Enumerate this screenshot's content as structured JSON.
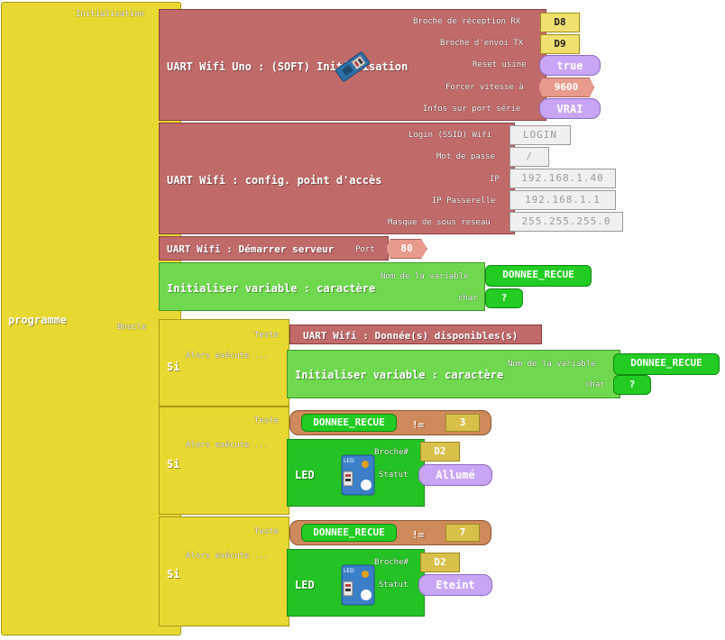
{
  "program": {
    "label": "programme",
    "init_label": "Initialisation",
    "loop_label": "Boucle"
  },
  "uart_init": {
    "title": "UART Wifi Uno : (SOFT) Initialisation",
    "rx_label": "Broche de réception RX",
    "rx_value": "D8",
    "tx_label": "Broche d'envoi TX",
    "tx_value": "D9",
    "reset_label": "Reset usine",
    "reset_value": "true",
    "speed_label": "Forcer vitesse à",
    "speed_value": "9600",
    "serial_label": "Infos sur port série",
    "serial_value": "VRAI"
  },
  "uart_config": {
    "title": "UART Wifi : config. point d'accès",
    "ssid_label": "Login (SSID) Wifi",
    "ssid_value": "LOGIN",
    "pass_label": "Mot de passe",
    "pass_value": "/",
    "ip_label": "IP",
    "ip_value": "192.168.1.40",
    "gateway_label": "IP Passerelle",
    "gateway_value": "192.168.1.1",
    "mask_label": "Masque de sous reseau",
    "mask_value": "255.255.255.0"
  },
  "uart_server": {
    "title": "UART Wifi : Démarrer serveur",
    "port_label": "Port",
    "port_value": "80"
  },
  "init_var": {
    "title": "Initialiser variable : caractère",
    "name_label": "Nom de la variable",
    "name_value": "DONNEE_RECUE",
    "char_label": "char",
    "char_value": "?"
  },
  "if1": {
    "si": "Si",
    "test_label": "Teste",
    "then_label": "Alors exécute ...",
    "condition": "UART Wifi : Donnée(s) disponibles(s)",
    "init_title": "Initialiser variable : caractère",
    "name_label": "Nom de la variable",
    "name_value": "DONNEE_RECUE",
    "char_label": "char",
    "char_value": "?"
  },
  "if2": {
    "si": "Si",
    "test_label": "Teste",
    "then_label": "Alors exécute ...",
    "var": "DONNEE_RECUE",
    "op": "!=",
    "cmp": "3",
    "led_label": "LED",
    "pin_label": "Broche#",
    "pin_value": "D2",
    "status_label": "Statut",
    "status_value": "Allumé"
  },
  "if3": {
    "si": "Si",
    "test_label": "Teste",
    "then_label": "Alors exécute ...",
    "var": "DONNEE_RECUE",
    "op": "!=",
    "cmp": "7",
    "led_label": "LED",
    "pin_label": "Broche#",
    "pin_value": "D2",
    "status_label": "Statut",
    "status_value": "Eteint"
  },
  "icons": [
    "wifi-module-icon",
    "led-module-icon"
  ],
  "colors": {
    "program": "#e8d832",
    "uart": "#c06a6a",
    "variable": "#6fd84f",
    "led": "#24c224",
    "compare": "#cf8a5c",
    "boolean": "#c9a6f5"
  }
}
